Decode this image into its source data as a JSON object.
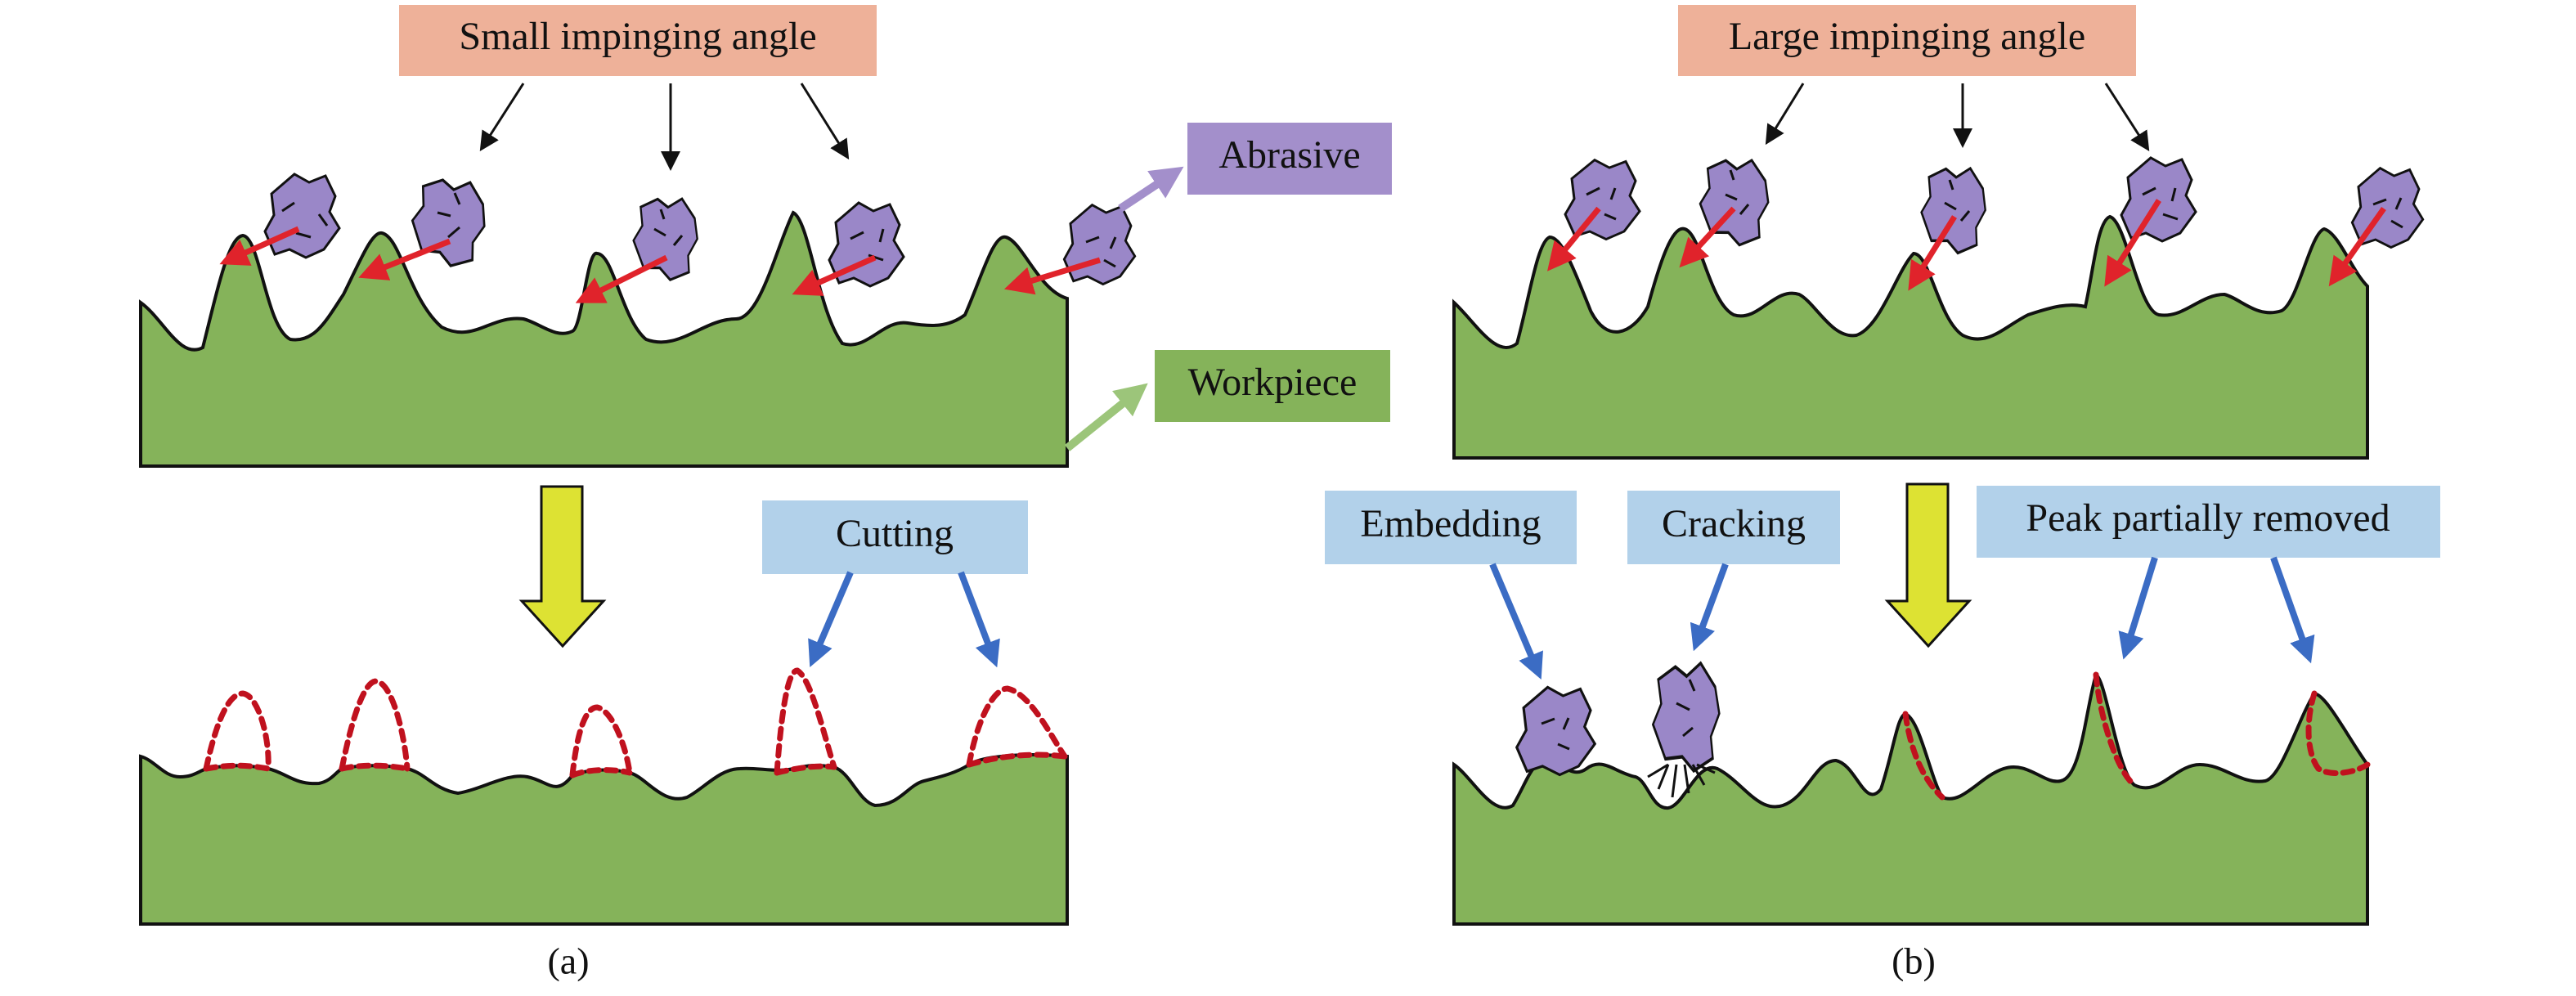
{
  "labels": {
    "small_angle": "Small impinging angle",
    "large_angle": "Large impinging angle",
    "abrasive": "Abrasive",
    "workpiece": "Workpiece",
    "cutting": "Cutting",
    "embedding": "Embedding",
    "cracking": "Cracking",
    "peak_removed": "Peak partially removed",
    "panel_a": "(a)",
    "panel_b": "(b)"
  },
  "colors": {
    "workpiece_fill": "#85B35A",
    "abrasive_fill": "#9A87C8",
    "impact_arrow": "#E0232B",
    "removed_outline": "#C0111E",
    "process_arrow": "#DDE233",
    "callout_arrow": "#3B6CC4",
    "salmon_box": "#EEB199",
    "purple_box": "#A38FCB",
    "green_box": "#85B35A",
    "blue_box": "#B2D1EA"
  }
}
